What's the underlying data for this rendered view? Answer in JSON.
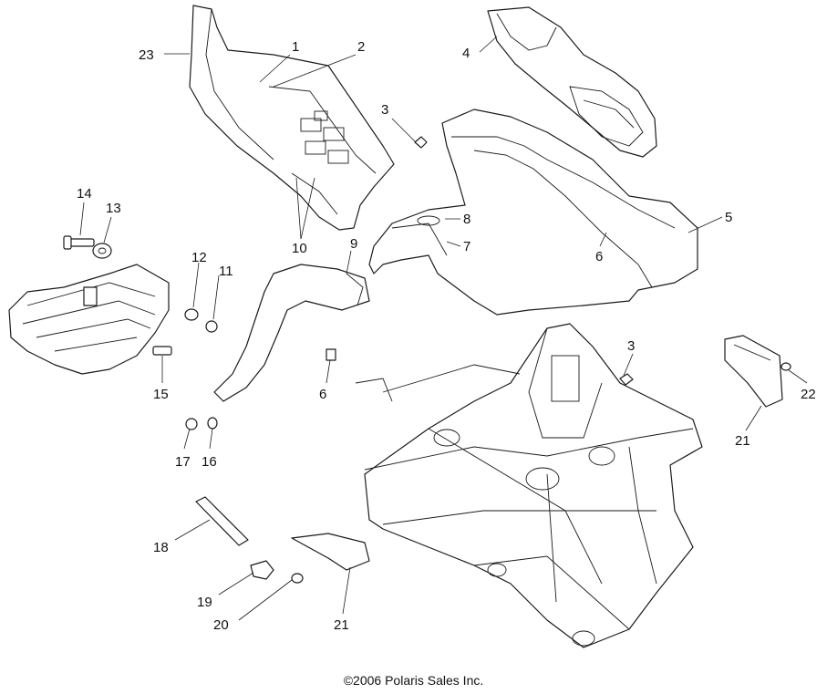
{
  "diagram": {
    "callouts": [
      "23",
      "1",
      "2",
      "4",
      "3",
      "14",
      "13",
      "10",
      "8",
      "7",
      "9",
      "5",
      "6",
      "12",
      "11",
      "3",
      "15",
      "6",
      "21",
      "22",
      "17",
      "16",
      "18",
      "19",
      "20",
      "21"
    ]
  },
  "footer": {
    "copyright": "©2006 Polaris Sales Inc."
  }
}
